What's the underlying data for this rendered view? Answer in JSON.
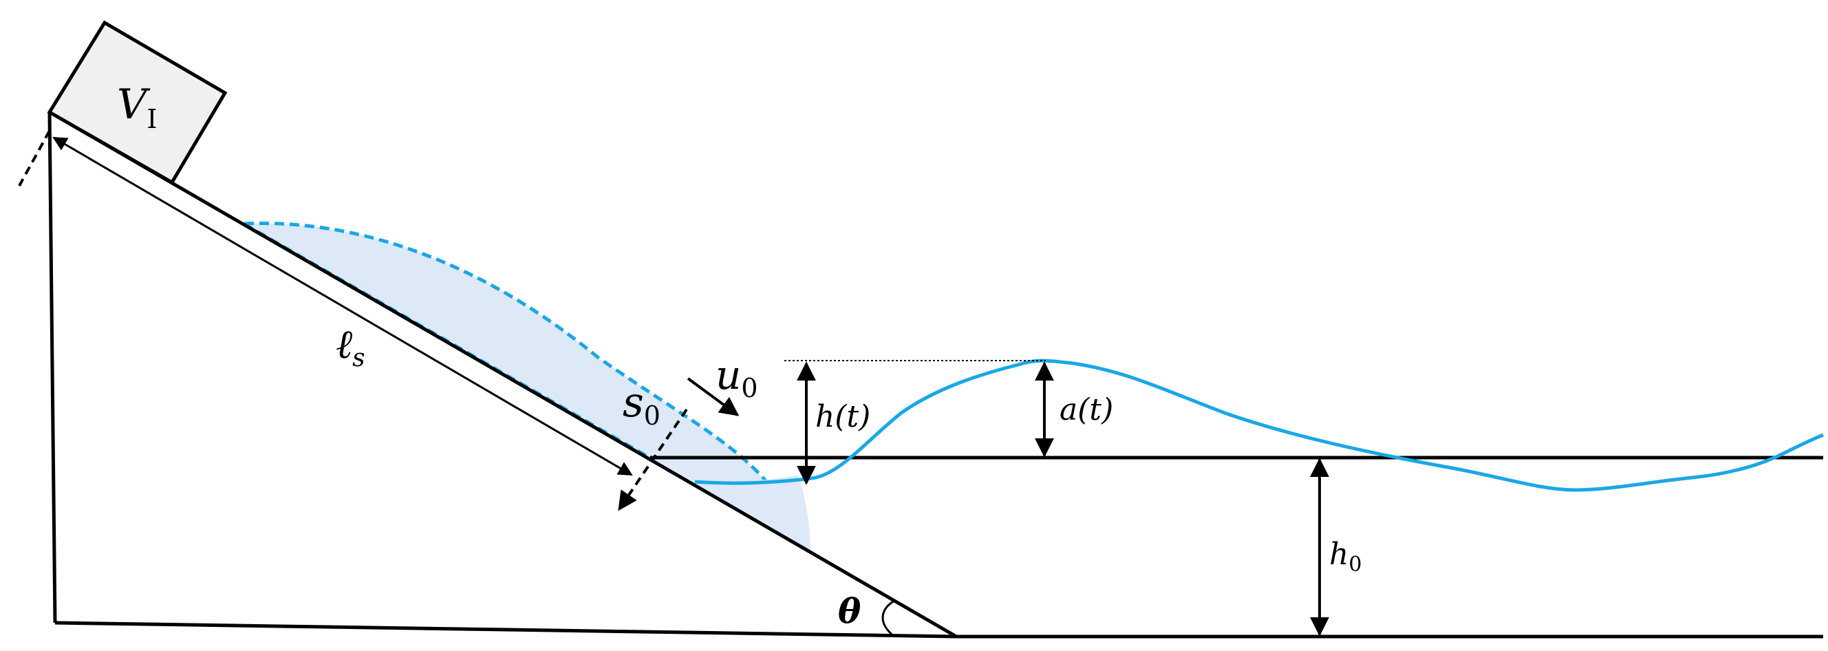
{
  "diagram": {
    "labels": {
      "volume": {
        "main": "V",
        "sub": "I"
      },
      "slide_length": {
        "main": "ℓ",
        "sub": "s"
      },
      "initial_position": {
        "main": "s",
        "sub": "0"
      },
      "initial_velocity": {
        "main": "u",
        "sub": "0"
      },
      "wave_height": "h(t)",
      "wave_amplitude": "a(t)",
      "water_depth": {
        "main": "h",
        "sub": "0"
      },
      "slope_angle": "θ"
    },
    "colors": {
      "line": "#000000",
      "wave": "#1aa7e6",
      "slide_fill": "#dde9f6",
      "block_fill": "#f0f0f0"
    }
  }
}
